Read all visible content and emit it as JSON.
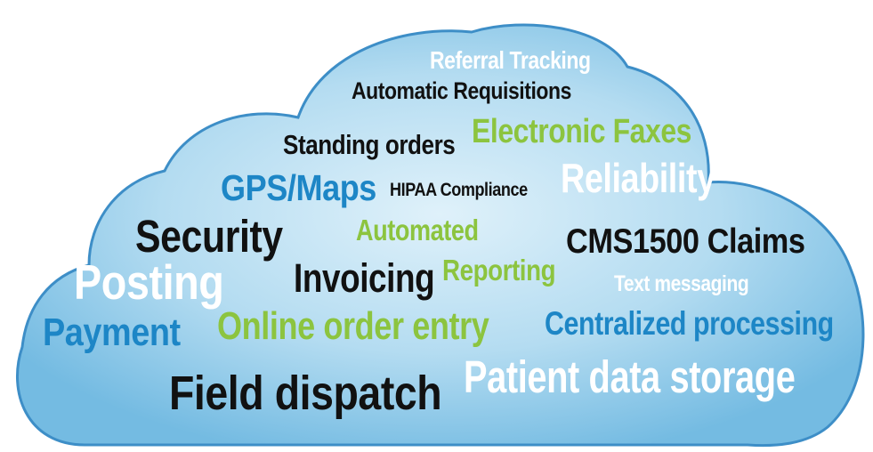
{
  "colors": {
    "cloud_light": "#d8eef9",
    "cloud_mid": "#a9d6ee",
    "cloud_dark": "#6fb8e0",
    "cloud_outline": "#2b7fb8",
    "green": "#8cc43f",
    "blue": "#1d86c6",
    "black": "#111111",
    "white": "#ffffff"
  },
  "words": {
    "referral_tracking": "Referral Tracking",
    "automatic_requisitions": "Automatic Requisitions",
    "electronic_faxes": "Electronic Faxes",
    "standing_orders": "Standing orders",
    "reliability": "Reliability",
    "gps_maps": "GPS/Maps",
    "hipaa_compliance": "HIPAA Compliance",
    "security": "Security",
    "automated": "Automated",
    "cms1500_claims": "CMS1500 Claims",
    "posting": "Posting",
    "invoicing": "Invoicing",
    "reporting": "Reporting",
    "text_messaging": "Text messaging",
    "payment": "Payment",
    "online_order_entry": "Online order entry",
    "centralized_processing": "Centralized processing",
    "field_dispatch": "Field dispatch",
    "patient_data_storage": "Patient data storage"
  }
}
